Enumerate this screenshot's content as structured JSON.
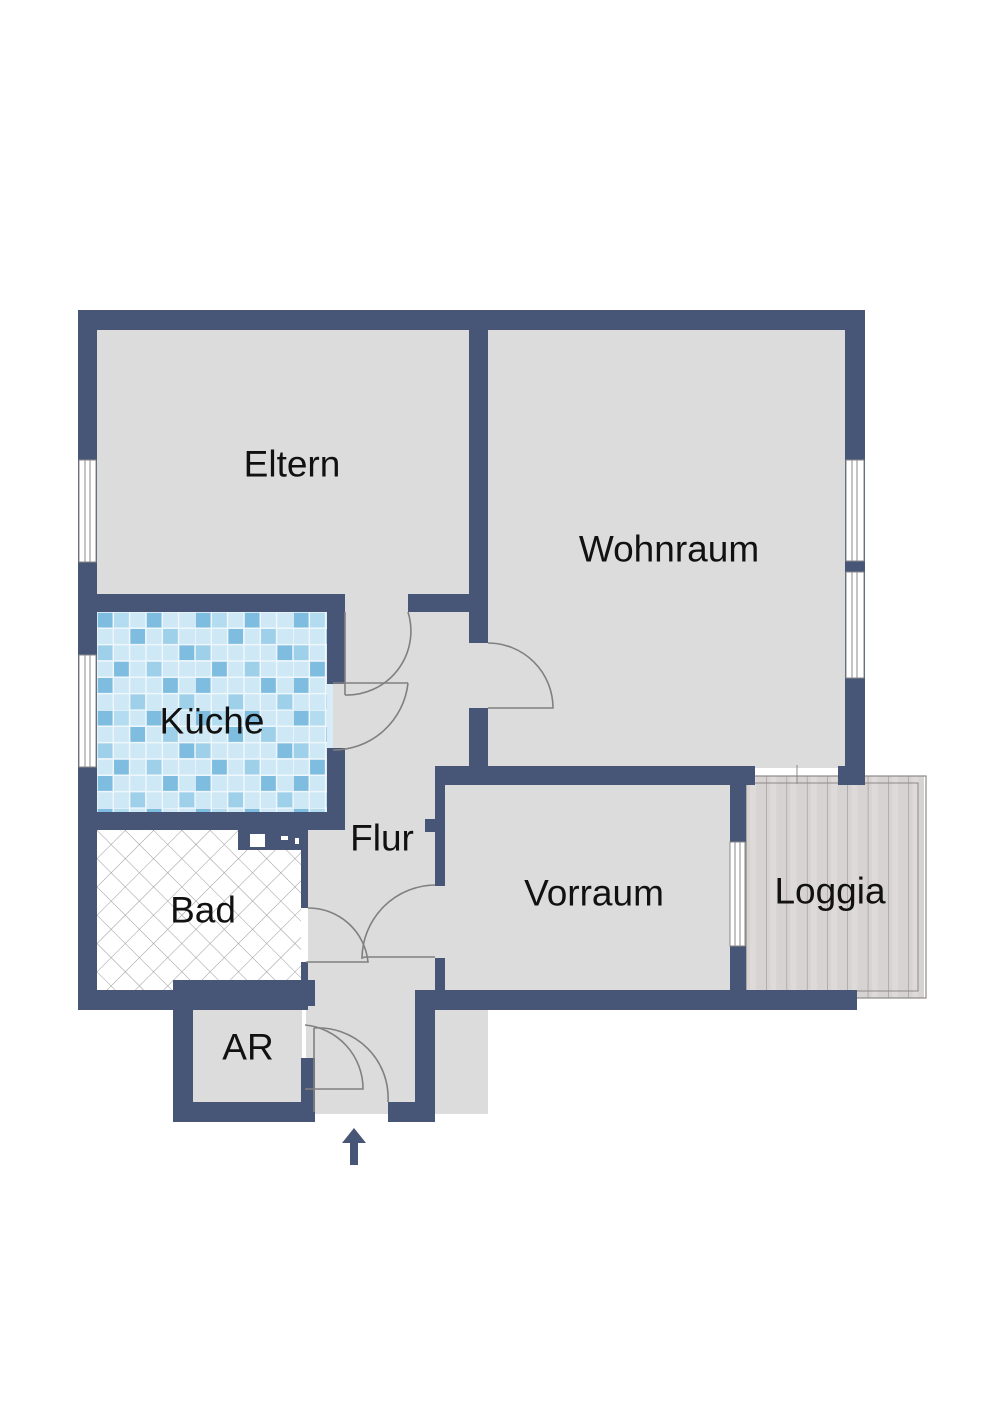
{
  "plan": {
    "type": "floor-plan",
    "colors": {
      "wall": "#475576",
      "floor": "#dcdcdc",
      "background": "#ffffff",
      "kitchen_tile_light": "#cfe8f5",
      "kitchen_tile_mid": "#9fd0ea",
      "kitchen_tile_dark": "#6fb3d8",
      "bath_tile_line": "#9a9a9a",
      "loggia_wood": "#d8d3d3",
      "door_line": "#808080"
    },
    "rooms": [
      {
        "id": "eltern",
        "label": "Eltern"
      },
      {
        "id": "wohnraum",
        "label": "Wohnraum"
      },
      {
        "id": "kueche",
        "label": "Küche"
      },
      {
        "id": "flur",
        "label": "Flur"
      },
      {
        "id": "bad",
        "label": "Bad"
      },
      {
        "id": "vorraum",
        "label": "Vorraum"
      },
      {
        "id": "loggia",
        "label": "Loggia"
      },
      {
        "id": "ar",
        "label": "AR"
      }
    ],
    "entrance_icon": "arrow-up-icon"
  }
}
